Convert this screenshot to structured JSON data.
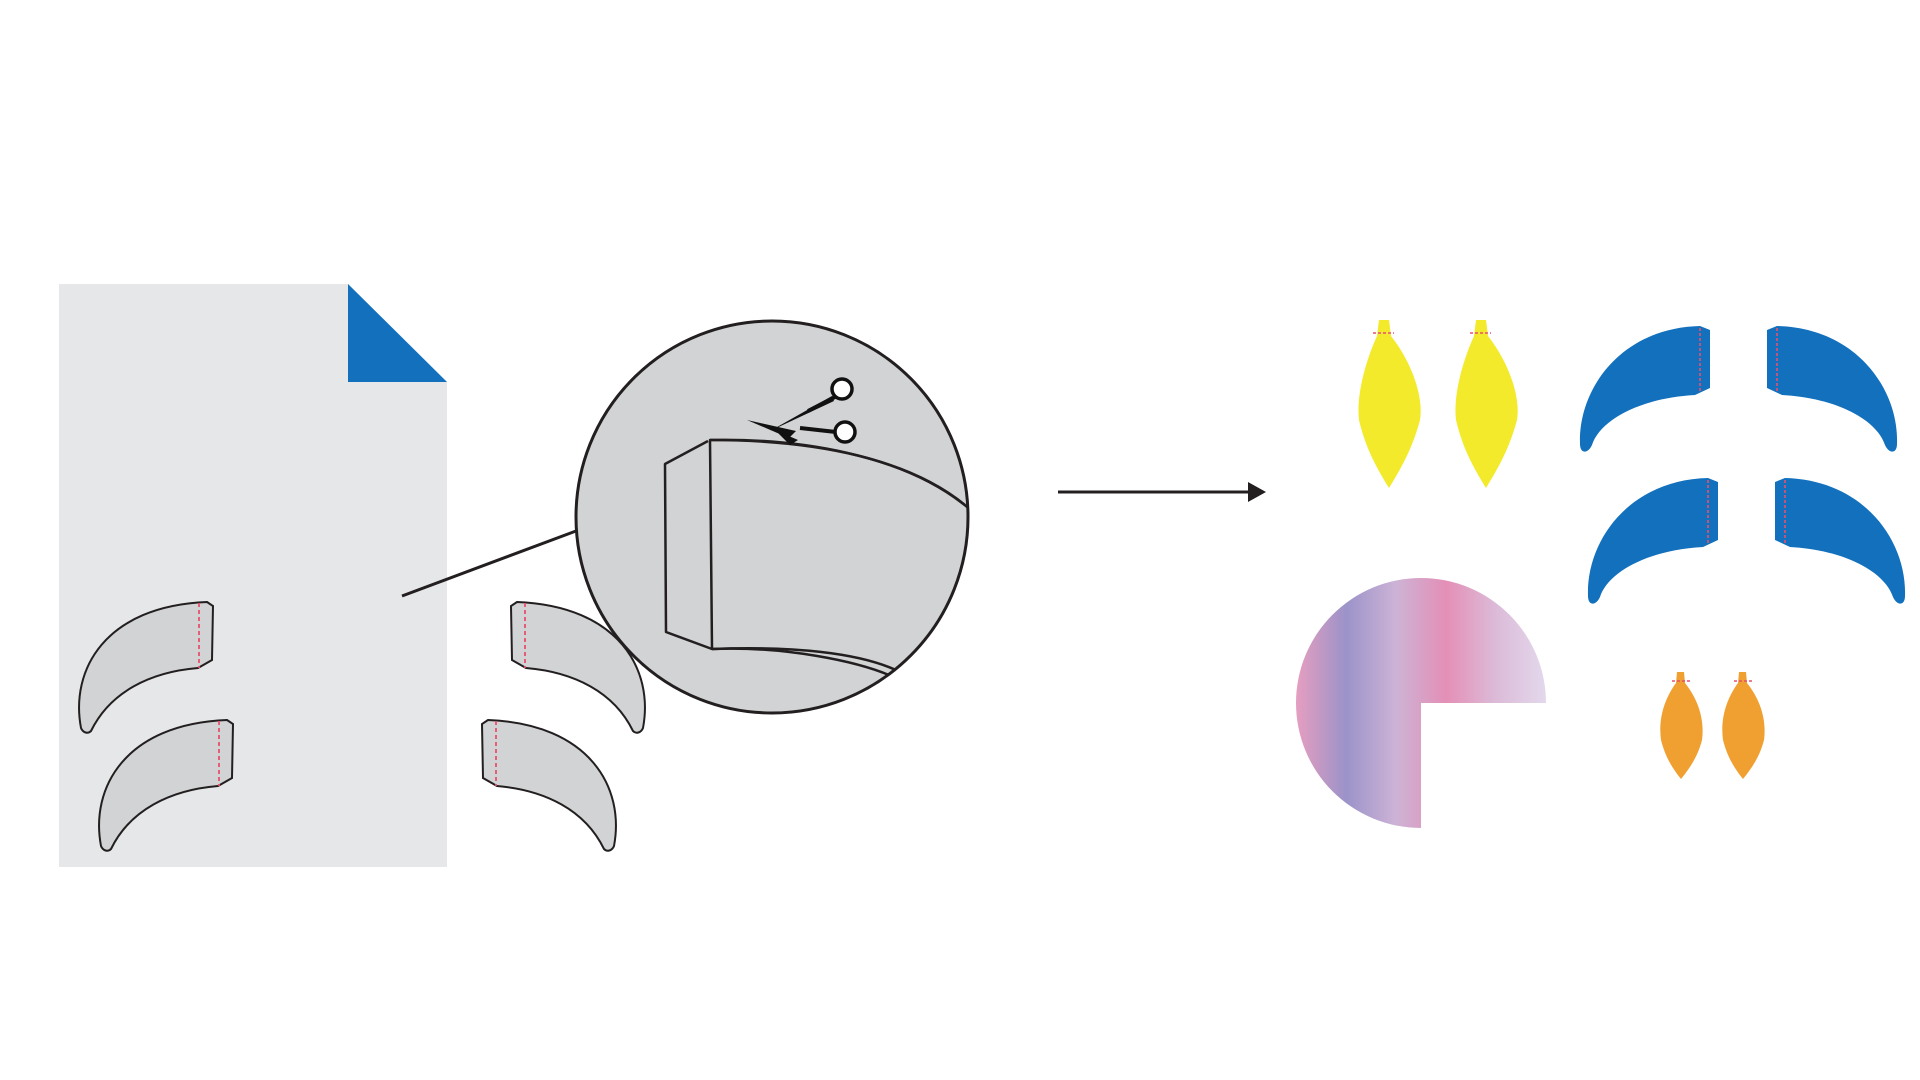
{
  "colors": {
    "background": "#ffffff",
    "sheet": "#e6e7e8",
    "sheet_corner": "#1270bd",
    "template_fill": "#d1d3d4",
    "outline": "#231f20",
    "fold_line": "#e8506b",
    "blue": "#1270bd",
    "yellow": "#f3ea2c",
    "orange": "#f0a030",
    "gradient": [
      "#e69ec0",
      "#9b93c9",
      "#cdb3d6",
      "#e48fb6",
      "#dcbbd8",
      "#e3d8ec"
    ]
  },
  "icons": {
    "sheet": "paper-sheet-icon",
    "magnifier": "magnifier-circle-icon",
    "scissors": "scissors-icon",
    "arrow": "arrow-right-icon"
  },
  "cut_pieces": {
    "yellow_count": 2,
    "blue_count": 4,
    "orange_count": 2,
    "gradient_count": 1
  }
}
